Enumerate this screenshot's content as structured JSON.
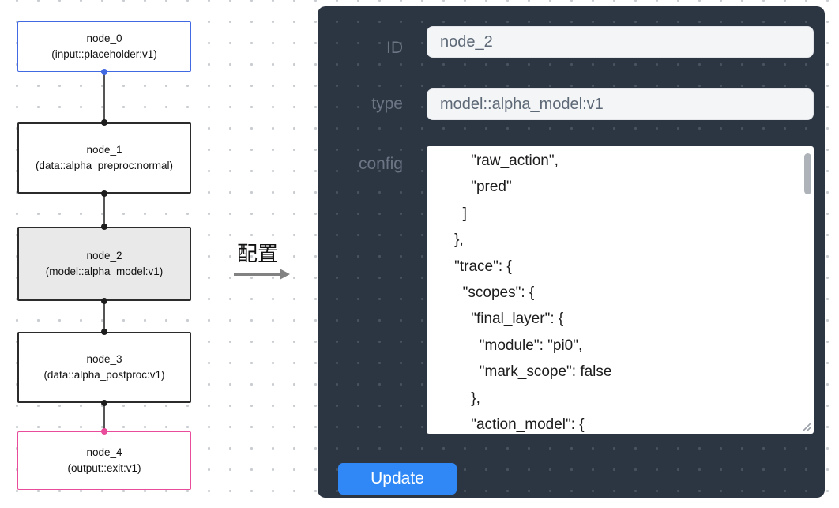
{
  "flow": {
    "nodes": [
      {
        "title": "node_0",
        "subtitle": "(input::placeholder:v1)"
      },
      {
        "title": "node_1",
        "subtitle": "(data::alpha_preproc:normal)"
      },
      {
        "title": "node_2",
        "subtitle": "(model::alpha_model:v1)"
      },
      {
        "title": "node_3",
        "subtitle": "(data::alpha_postproc:v1)"
      },
      {
        "title": "node_4",
        "subtitle": "(output::exit:v1)"
      }
    ]
  },
  "arrow": {
    "label": "配置"
  },
  "panel": {
    "id_field": {
      "label": "ID",
      "value": "node_2"
    },
    "type_field": {
      "label": "type",
      "value": "model::alpha_model:v1"
    },
    "config_field": {
      "label": "config",
      "value": "        \"raw_action\",\n        \"pred\"\n      ]\n    },\n    \"trace\": {\n      \"scopes\": {\n        \"final_layer\": {\n          \"module\": \"pi0\",\n          \"mark_scope\": false\n        },\n        \"action_model\": {"
    },
    "update_button": {
      "label": "Update"
    }
  },
  "colors": {
    "input_node_border": "#4169e1",
    "output_node_border": "#e84c9b",
    "selected_node_fill": "#e9e9e9",
    "panel_background": "#2c3542",
    "update_button_blue": "#2f88f5"
  }
}
